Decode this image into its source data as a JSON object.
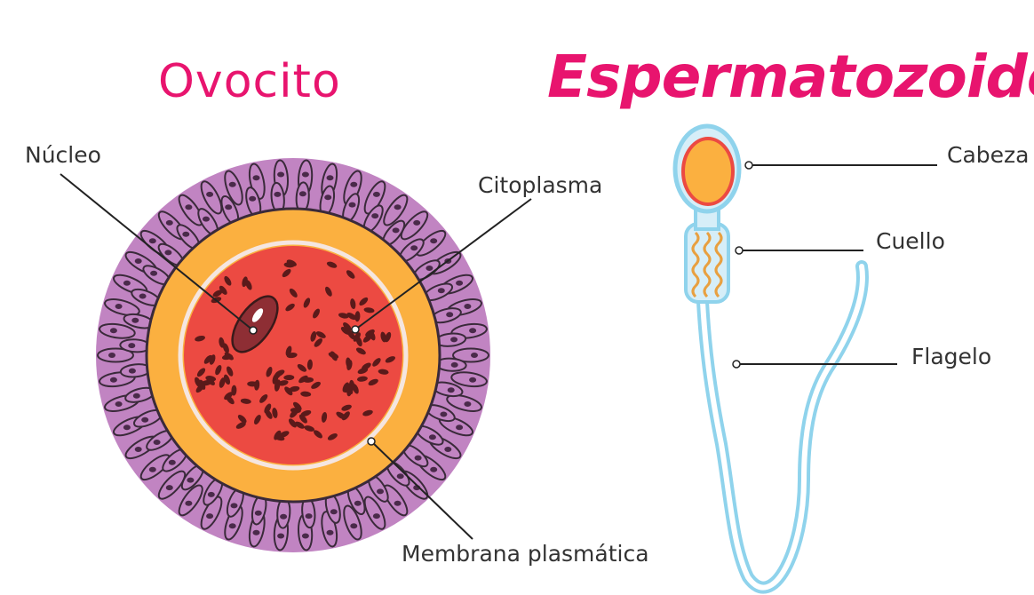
{
  "colors": {
    "title_pink": "#e8146e",
    "follicle_cells": "#c184c2",
    "cell_outline": "#3a2a3a",
    "zona_pellucida": "#fbb040",
    "cytoplasm": "#ec4a42",
    "granules": "#5a1a1a",
    "nucleus": "#8e2e34",
    "sperm_outline": "#8fd3ec",
    "sperm_head": "#fbb040"
  },
  "ovocito": {
    "title": "Ovocito",
    "labels": {
      "nucleo": "Núcleo",
      "citoplasma": "Citoplasma",
      "membrana": "Membrana plasmática"
    }
  },
  "espermatozoide": {
    "title": "Espermatozoide",
    "labels": {
      "cabeza": "Cabeza",
      "cuello": "Cuello",
      "flagelo": "Flagelo"
    }
  }
}
